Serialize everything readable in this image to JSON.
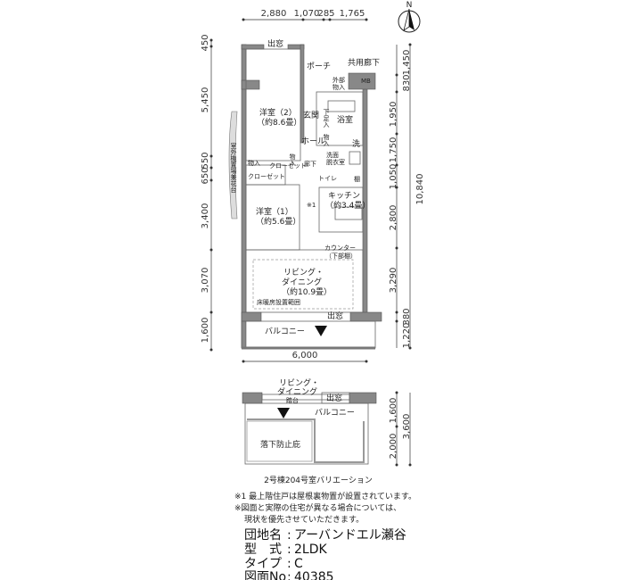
{
  "dimensions": {
    "top": [
      "2,880",
      "1,070",
      "285",
      "1,765"
    ],
    "left": [
      "450",
      "5,450",
      "550",
      "650",
      "3,400",
      "3,070",
      "1,600"
    ],
    "right": [
      "1,450",
      "830",
      "1,950",
      "1,750",
      "1,050",
      "2,800",
      "3,290",
      "380",
      "1,220"
    ],
    "right_total": "10,840",
    "bottom": "6,000",
    "variation_right": [
      "1,600",
      "2,000"
    ],
    "variation_total": "3,600"
  },
  "compass": {
    "label": "N"
  },
  "rooms": {
    "window_top": "出窓",
    "porch": "ポーチ",
    "corridor": "共用廊下",
    "outdoor_storage": [
      "外部",
      "物入"
    ],
    "mb": "MB",
    "western2": "洋室（2）",
    "western2_size": "（約8.6畳）",
    "entrance": "玄関",
    "bath": "浴室",
    "hall": "ホール",
    "washer": "洗",
    "shoe": "下足入",
    "storage_hall": "物入",
    "washroom": [
      "洗面",
      "脱衣室"
    ],
    "ac_stand": "室外機置場兼花台",
    "storage1": "物入",
    "closet1": "クローゼット",
    "closet2": "クローゼット",
    "storage2": "物入",
    "hallway": "廊下",
    "toilet": "トイレ",
    "shelf": "棚",
    "note1": "※1",
    "kitchen": "キッチン",
    "kitchen_size": "（約3.4畳）",
    "western1": "洋室（1）",
    "western1_size": "（約5.6畳）",
    "counter": "カウンター",
    "lower_cabinet": "（下部棚）",
    "living": [
      "リビング・",
      "ダイニング"
    ],
    "living_size": "（約10.9畳）",
    "floor_heating": "床暖房設置範囲",
    "window_bottom": "出窓",
    "balcony": "バルコニー"
  },
  "variation": {
    "living": [
      "リビング・",
      "ダイニング"
    ],
    "step": "踏台",
    "window": "出窓",
    "balcony": "バルコニー",
    "fall_prevention": "落下防止庇",
    "caption": "2号棟204号室バリエーション"
  },
  "notes": [
    "※1 最上階住戸は屋根裏物置が設置されています。",
    "※図面と実際の住宅が異なる場合については、",
    "現状を優先させていただきます。"
  ],
  "info": [
    {
      "label": "団地名",
      "value": "アーバンドエル瀬谷"
    },
    {
      "label": "型　式",
      "value": "2LDK"
    },
    {
      "label": "タイプ",
      "value": "C"
    },
    {
      "label": "図面No",
      "value": "40385"
    }
  ]
}
